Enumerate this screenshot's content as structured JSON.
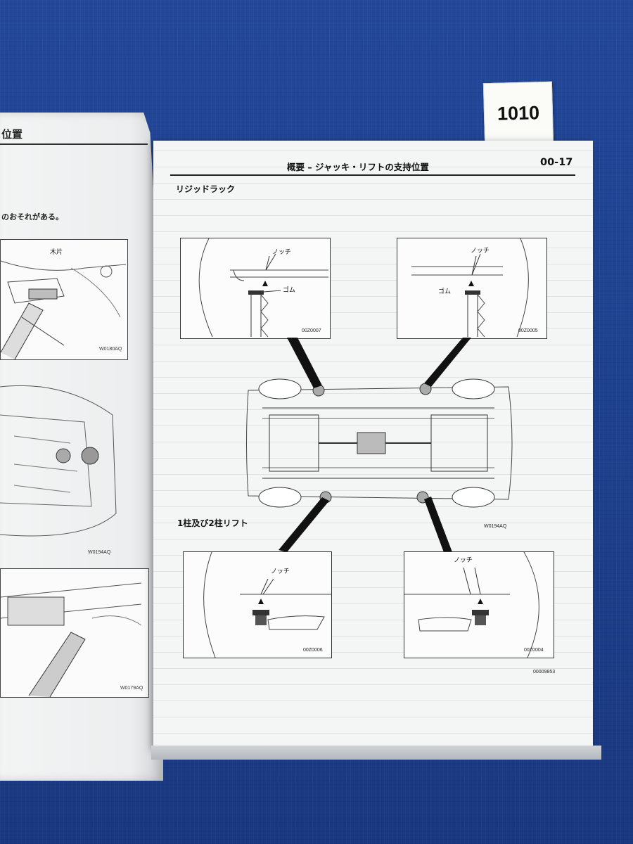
{
  "tag": {
    "number": "1010"
  },
  "left_page": {
    "title": "位置",
    "warning": "のおそれがある。",
    "top_figure": {
      "label": "木片",
      "code": "W0180AQ"
    },
    "middle_figure": {
      "code": "W0194AQ"
    },
    "bottom_figure": {
      "code": "W0179AQ"
    }
  },
  "right_page": {
    "header_title": "概要 – ジャッキ・リフトの支持位置",
    "page_number": "00-17",
    "section_rigid_rack": "リジッドラック",
    "section_lift": "1柱及び2柱リフト",
    "fig_tl": {
      "notch": "ノッチ",
      "rubber": "ゴム",
      "code": "00Z0007"
    },
    "fig_tr": {
      "notch": "ノッチ",
      "rubber": "ゴム",
      "code": "00Z0005"
    },
    "fig_bl": {
      "notch": "ノッチ",
      "code": "00Z0006"
    },
    "fig_br": {
      "notch": "ノッチ",
      "code": "00Z0004"
    },
    "chassis_code": "W0194AQ",
    "page_code": "00009853"
  }
}
